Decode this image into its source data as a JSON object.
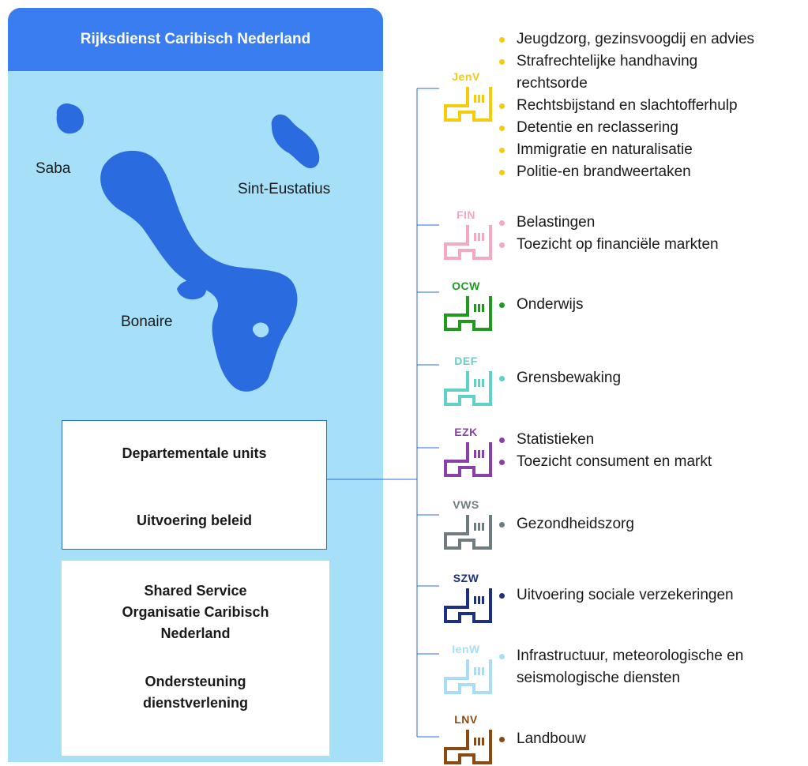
{
  "panel": {
    "title": "Rijksdienst Caribisch Nederland",
    "islands": {
      "saba": "Saba",
      "statia": "Sint-Eustatius",
      "bonaire": "Bonaire"
    },
    "units_box": {
      "title": "Departementale units",
      "subtitle": "Uitvoering beleid"
    },
    "ssc_box": {
      "title_lines": [
        "Shared Service",
        "Organisatie Caribisch",
        "Nederland"
      ],
      "subtitle_lines": [
        "Ondersteuning",
        "dienstverlening"
      ]
    }
  },
  "departments": [
    {
      "abbr": "JenV",
      "color": "#f5cb0b",
      "items": [
        "Jeugdzorg, gezinsvoogdij en advies",
        "Strafrechtelijke handhaving",
        "rechtsorde",
        "Rechtsbijstand en slachtofferhulp",
        "Detentie en reclassering",
        "Immigratie en naturalisatie",
        "Politie-en brandweertaken"
      ]
    },
    {
      "abbr": "FIN",
      "color": "#f5a7c3",
      "items": [
        "Belastingen",
        "Toezicht op financiële markten"
      ]
    },
    {
      "abbr": "OCW",
      "color": "#1f9a1f",
      "items": [
        "Onderwijs"
      ]
    },
    {
      "abbr": "DEF",
      "color": "#5fd1c7",
      "items": [
        "Grensbewaking"
      ]
    },
    {
      "abbr": "EZK",
      "color": "#8b3fa8",
      "items": [
        "Statistieken",
        "Toezicht consument en markt"
      ]
    },
    {
      "abbr": "VWS",
      "color": "#6e7b80",
      "items": [
        "Gezondheidszorg"
      ]
    },
    {
      "abbr": "SZW",
      "color": "#1d2f80",
      "items": [
        "Uitvoering sociale verzekeringen"
      ]
    },
    {
      "abbr": "IenW",
      "color": "#a9ddf5",
      "items": [
        "Infrastructuur, meteorologische en seismologische diensten"
      ]
    },
    {
      "abbr": "LNV",
      "color": "#8a4a12",
      "items": [
        "Landbouw"
      ]
    }
  ]
}
